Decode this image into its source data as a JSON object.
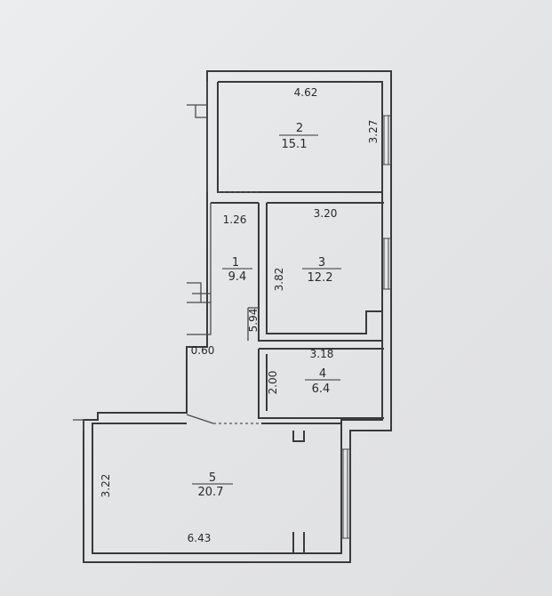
{
  "rooms": [
    {
      "number": "1",
      "area": "9.4"
    },
    {
      "number": "2",
      "area": "15.1"
    },
    {
      "number": "3",
      "area": "12.2"
    },
    {
      "number": "4",
      "area": "6.4"
    },
    {
      "number": "5",
      "area": "20.7"
    }
  ],
  "dimensions": {
    "room2_width": "4.62",
    "room2_height": "3.27",
    "corridor_top": "1.26",
    "room3_width": "3.20",
    "room3_height": "3.82",
    "corridor_length": "5.94",
    "niche_width": "0.60",
    "room4_width": "3.18",
    "room4_height": "2.00",
    "room5_height": "3.22",
    "room5_width": "6.43"
  }
}
